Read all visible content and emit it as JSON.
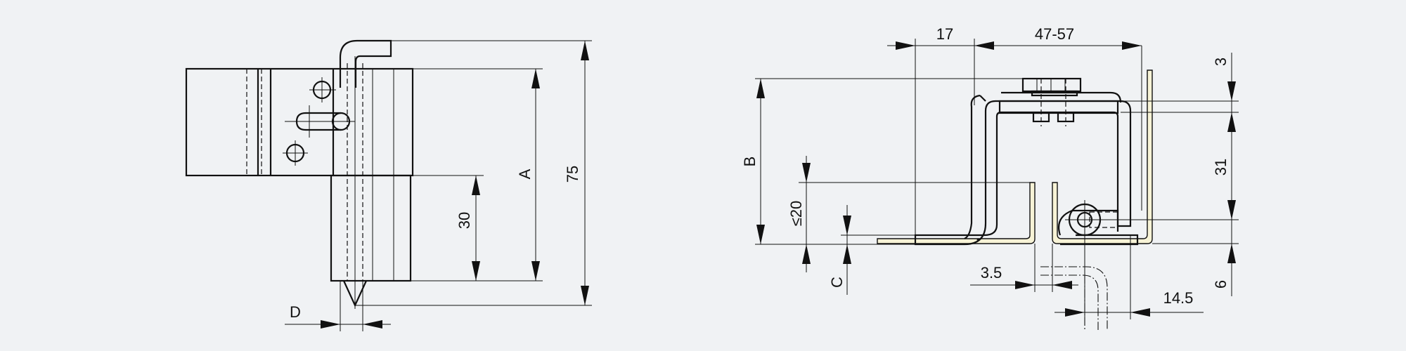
{
  "drawing": {
    "left_view": {
      "dims": {
        "d": "D",
        "v30": "30",
        "a": "A",
        "v75": "75"
      }
    },
    "right_view": {
      "dims": {
        "v17": "17",
        "v47_57": "47-57",
        "v3": "3",
        "b": "B",
        "le20": "≤20",
        "v31": "31",
        "c": "C",
        "v3_5": "3.5",
        "v6": "6",
        "v14_5": "14.5"
      }
    }
  }
}
